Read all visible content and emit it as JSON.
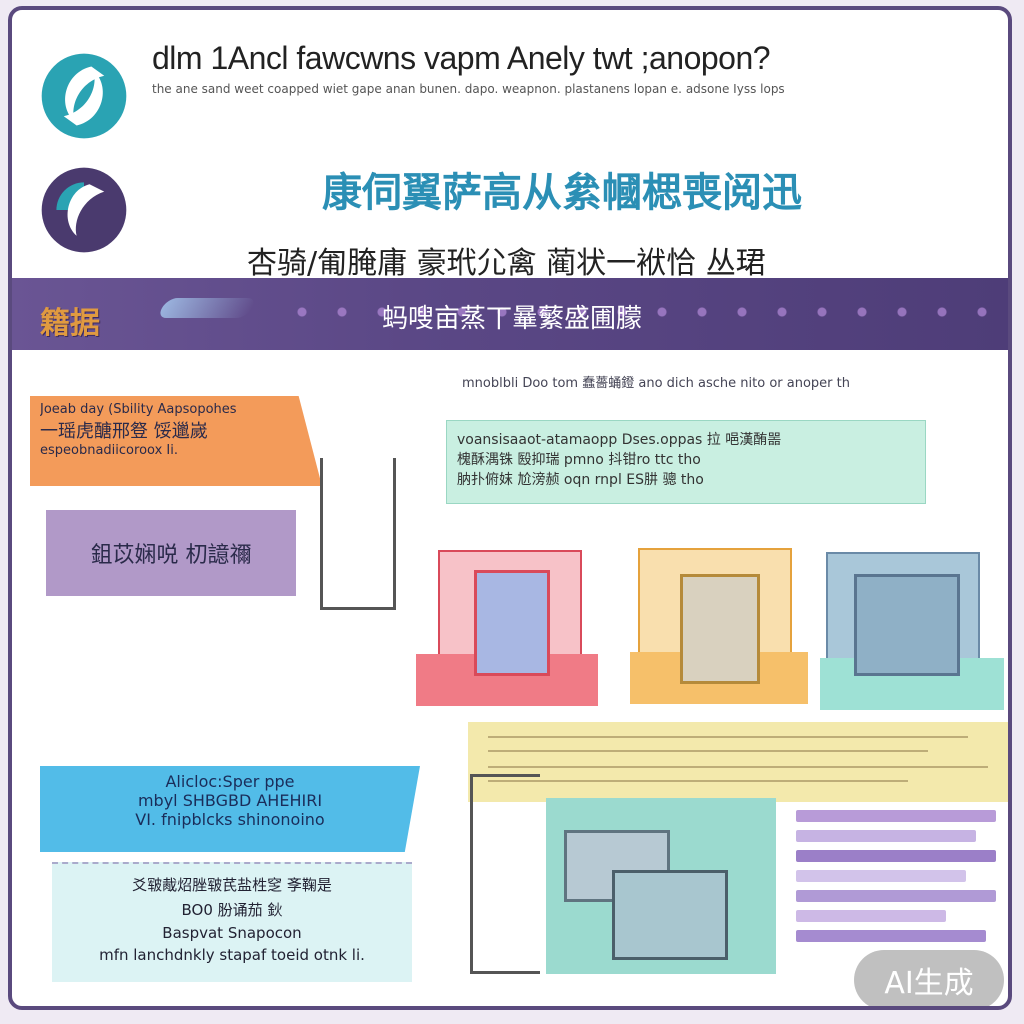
{
  "header": {
    "title": "dlm 1Ancl fawcwns vapm Anely twt ;anopon?",
    "subtitle": "the ane sand weet coapped wiet gape anan bunen. dapo. weapnon. plastanens lopan e. adsone Iyss lops"
  },
  "hero": {
    "headline": "康伺翼萨高从絫幗楒喪阅迅",
    "subheadline": "杏骑/匍腌庸 豪玳尣禽 蔺状一袱恰 丛珺"
  },
  "band": {
    "brand": "籍据",
    "text": "蚂嗖亩蒸丅曅蘩盛圃朦"
  },
  "left_column": {
    "ribbon1": {
      "line1": "Joeab day (Sbility Aapsopohes",
      "line2": "一瑶虎醣邢豋 馁邋嵗",
      "line3": "espeobnadiicoroox Ii."
    },
    "ribbon2": {
      "text": "鉏苡娴哾 朷譩禰"
    },
    "ribbon3": {
      "line1": "Alicloc:Sper ppe",
      "line2": "mbyl SHBGBD AHEHIRI",
      "line3": "VI. fnipblcks shinonoino"
    },
    "ribbon4": {
      "line1": "爻皲胾炤脞皲芪盐栍窆 斈鞠是",
      "line2": "BO0 肦诵茄 鈥",
      "line3": "Baspvat Snapocon",
      "line4": "mfn lanchdnkly stapaf toeid otnk li."
    }
  },
  "right_column": {
    "info_top": "mnoblbli Doo tom 蠢薔蛹鐙 ano  dich asche nito or anoper th",
    "mint_box": {
      "line1": "voansisaaot-atamaopp Dses.oppas 拉 唈漢酭噐",
      "line2": "槐酥湡铢 殹抑瑞 pmno 抖钳ro ttc tho",
      "line3": "肭扑俯妺 尬滂赪 oqn rnpl ES肼 骢 tho"
    }
  },
  "watermark": {
    "label": "AI生成"
  },
  "colors": {
    "frame": "#5a4a7e",
    "band": "#5b4886",
    "logo_teal": "#2aa3b3",
    "logo_purple": "#4a3a6e",
    "accent_orange": "#f39b5a",
    "accent_blue": "#52bce8",
    "headline_blue": "#2b8fb5"
  }
}
